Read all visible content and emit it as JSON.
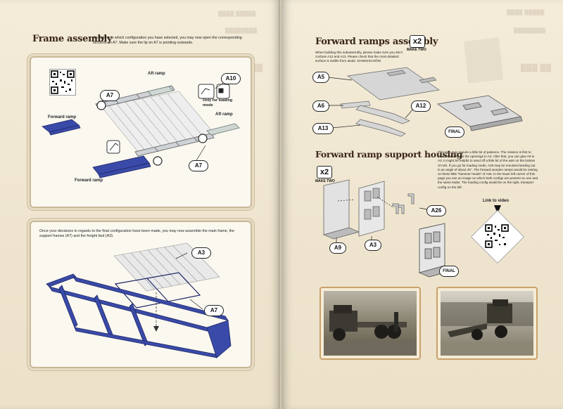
{
  "left_page": {
    "frame_assembly": {
      "title": "Frame assembly",
      "description": "According to which configuration you have selected, you may now open the corresponding sections on A7. Make sure the lip on A7 is pointing outwards.",
      "labels": {
        "aft_ramp_top": "Aft ramp",
        "aft_ramp_right": "Aft ramp",
        "forward_ramp_left": "Forward ramp",
        "forward_ramp_bottom": "Forward ramp",
        "loading_mode": "Only for loading mode"
      },
      "callouts": {
        "a10": "A10",
        "a7_left": "A7",
        "a7_bottom": "A7"
      }
    },
    "main_frame": {
      "description": "Once your decisions in regards to the final configuration have been made, you may now assemble the main frame, the support frames (A7) and the freight bed (A3).",
      "callouts": {
        "a3": "A3",
        "a7": "A7"
      }
    }
  },
  "right_page": {
    "forward_ramps": {
      "title": "Forward ramps assembly",
      "badge": "x2",
      "make_two": "MAKE TWO",
      "description": "When building this subassembly, please make sure you don't confuse A12 and A13. Please check that the most detailed surface is visible from atode. DANKESCHÖN!",
      "callouts": {
        "a5": "A5",
        "a6": "A6",
        "a12": "A12",
        "a13": "A13",
        "final": "FINAL"
      }
    },
    "support_housing": {
      "title": "Forward ramp support housing",
      "badge": "x2",
      "make_two": "MAKE TWO",
      "description": "This task may require a little bit of patience. The mission is first to insert A26 through the openings in A3. After that, you can glue A9 & A3. It might be helpful to sand off a little bit of the axle on the bottom of A26. If you go for loading mode, A26 may be mounted landing out in an angle of about 45°. The forward wooden ramps would be resting on these little \"hammer heads\" of A26. In the lower left corner of this page you see an image on which both configs are present on one and the same trailer. The loading config would be on the right, transport config on the left.",
      "link_label": "Link to video",
      "callouts": {
        "a9": "A9",
        "a3": "A3",
        "a26": "A26",
        "final": "FINAL"
      }
    }
  },
  "colors": {
    "ramp_blue": "#3a4aa8",
    "title_brown": "#3a2518",
    "panel_border": "#c8b898"
  }
}
